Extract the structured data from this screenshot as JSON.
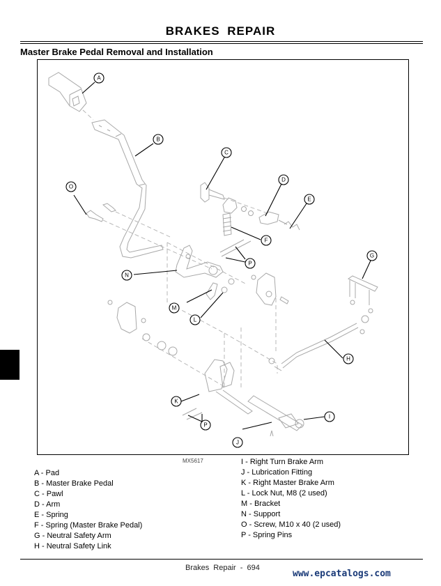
{
  "header": {
    "title": "BRAKES  REPAIR",
    "subtitle": "Master Brake Pedal Removal and Installation"
  },
  "figure": {
    "code": "MX5617",
    "callouts": [
      "A",
      "B",
      "C",
      "D",
      "E",
      "F",
      "G",
      "H",
      "I",
      "J",
      "K",
      "L",
      "M",
      "N",
      "O",
      "P"
    ]
  },
  "legend": {
    "left": [
      {
        "letter": "A",
        "text": " - Pad"
      },
      {
        "letter": "B",
        "text": " - Master Brake Pedal"
      },
      {
        "letter": "C",
        "text": " - Pawl"
      },
      {
        "letter": "D",
        "text": " - Arm"
      },
      {
        "letter": "E",
        "text": " - Spring"
      },
      {
        "letter": "F",
        "text": " - Spring (Master Brake Pedal)"
      },
      {
        "letter": "G",
        "text": " - Neutral Safety Arm"
      },
      {
        "letter": "H",
        "text": " - Neutral Safety Link"
      }
    ],
    "right": [
      {
        "letter": "I",
        "text": " - Right Turn Brake Arm"
      },
      {
        "letter": "J",
        "text": " - Lubrication Fitting"
      },
      {
        "letter": "K",
        "text": " - Right Master Brake Arm"
      },
      {
        "letter": "L",
        "text": " - Lock Nut, M8 (2 used)"
      },
      {
        "letter": "M",
        "text": " - Bracket"
      },
      {
        "letter": "N",
        "text": " - Support"
      },
      {
        "letter": "O",
        "text": " - Screw, M10 x 40 (2 used)"
      },
      {
        "letter": "P",
        "text": " - Spring Pins"
      }
    ]
  },
  "footer": {
    "page_label": "Brakes  Repair - 694",
    "watermark": "www.epcatalogs.com"
  }
}
